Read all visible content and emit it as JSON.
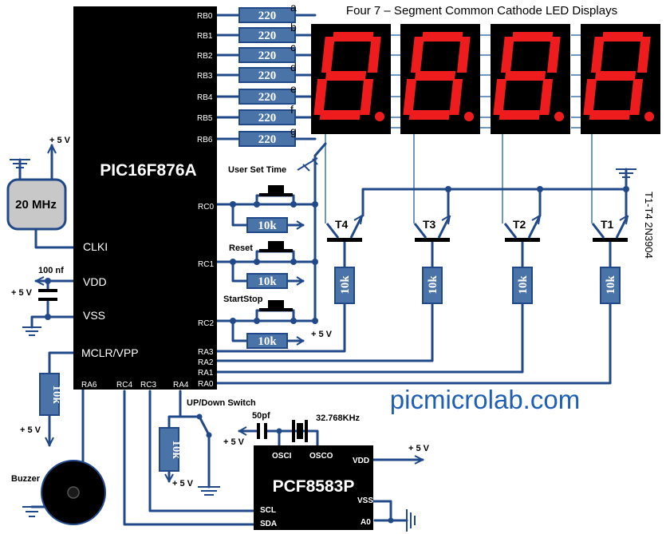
{
  "title": "Four 7 – Segment Common Cathode LED Displays",
  "mcu": {
    "name": "PIC16F876A",
    "pins_right": [
      "RB0",
      "RB1",
      "RB2",
      "RB3",
      "RB4",
      "RB5",
      "RB6"
    ],
    "rc_pins": [
      "RC0",
      "RC1",
      "RC2"
    ],
    "ra_pins": [
      "RA3",
      "RA2",
      "RA1",
      "RA0"
    ],
    "bottom_pins": [
      "RA6",
      "RC4",
      "RC3",
      "RA4"
    ],
    "left_pins": [
      "CLKI",
      "VDD",
      "VSS",
      "MCLR/VPP"
    ]
  },
  "segment_resistor_value": "220",
  "segment_labels": [
    "a",
    "b",
    "c",
    "d",
    "e",
    "f",
    "g"
  ],
  "crystal": "20 MHz",
  "supply": "+ 5 V",
  "cap_100nf": "100 nf",
  "buttons": [
    "User Set Time",
    "Reset",
    "StartStop"
  ],
  "pullup_value": "10k",
  "transistors": [
    "T4",
    "T3",
    "T2",
    "T1"
  ],
  "transistor_note": "T1-T4 2N3904",
  "website": "picmicrolab.com",
  "updown_switch": "UP/Down  Switch",
  "cap_50pf": "50pf",
  "xtal_32k": "32.768KHz",
  "rtc": {
    "name": "PCF8583P",
    "pins": {
      "osci": "OSCI",
      "osco": "OSCO",
      "vdd": "VDD",
      "vss": "VSS",
      "scl": "SCL",
      "sda": "SDA",
      "a0": "A0"
    }
  },
  "buzzer": "Buzzer",
  "colors": {
    "wire": "#21498a",
    "resistor": "#4a74a8",
    "segment_on": "#ee1c1c",
    "chip": "#000000",
    "website": "#1f5fb6",
    "crystal_box": "#c8c8c8"
  }
}
